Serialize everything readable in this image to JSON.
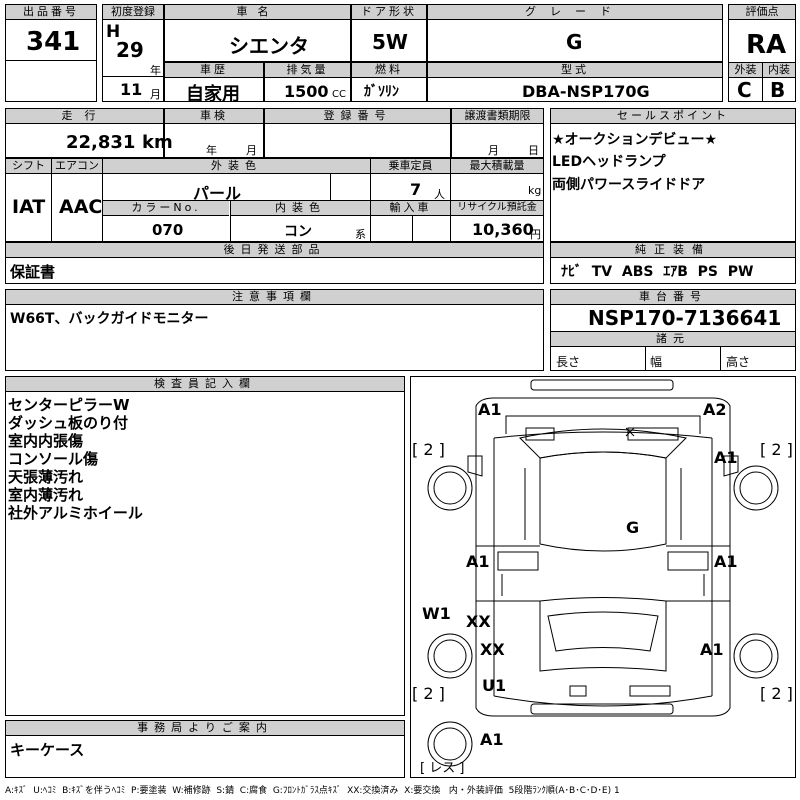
{
  "header": {
    "lot_label": "出品番号",
    "lot_no": "341",
    "first_reg_label": "初度登録",
    "era": "H",
    "year": "29",
    "year_unit": "年",
    "month": "11",
    "month_unit": "月",
    "car_name_label": "車名",
    "car_name": "シエンタ",
    "door_label": "ドア形状",
    "door": "5W",
    "grade_label": "グレード",
    "grade": "G",
    "score_label": "評価点",
    "score": "RA",
    "history_label": "車歴",
    "history": "自家用",
    "displacement_label": "排気量",
    "displacement": "1500",
    "cc": "CC",
    "fuel_label": "燃料",
    "fuel": "ｶﾞｿﾘﾝ",
    "model_label": "型式",
    "model": "DBA-NSP170G",
    "exterior_label": "外装",
    "exterior": "C",
    "interior_label": "内装",
    "interior": "B"
  },
  "row2": {
    "mileage_label": "走行",
    "mileage": "22,831",
    "km": "km",
    "inspection_label": "車検",
    "insp_year": "年",
    "insp_month": "月",
    "reg_label": "登録番号",
    "transfer_label": "譲渡書類期限",
    "tr_month": "月",
    "tr_day": "日",
    "sales_label": "セールスポイント",
    "sales": [
      "★オークションデビュー★",
      "LEDヘッドランプ",
      "両側パワースライドドア"
    ]
  },
  "row3": {
    "shift_label": "シフト",
    "shift": "IAT",
    "ac_label": "エアコン",
    "ac": "AAC",
    "color_label": "外装色",
    "color": "パール",
    "capacity_label": "乗車定員",
    "capacity": "7",
    "person": "人",
    "load_label": "最大積載量",
    "kg": "kg",
    "color_no_label": "カラーNo.",
    "color_no": "070",
    "int_color_label": "内装色",
    "int_color": "コン",
    "int_suffix": "系",
    "import_label": "輸入車",
    "recycle_label": "リサイクル預託金",
    "recycle": "10,360",
    "yen": "円",
    "later_label": "後日発送部品",
    "later": "保証書",
    "equip_label": "純正装備",
    "equip": "ﾅﾋﾞ  TV  ABS  ｴｱB  PS  PW"
  },
  "notes": {
    "caution_label": "注意事項欄",
    "caution": "W66T、バックガイドモニター",
    "chassis_label": "車台番号",
    "chassis": "NSP170-7136641",
    "spec_label": "諸元",
    "length": "長さ",
    "width": "幅",
    "height": "高さ"
  },
  "inspector": {
    "label": "検査員記入欄",
    "lines": [
      "センターピラーW",
      "ダッシュ板のり付",
      "室内内張傷",
      "コンソール傷",
      "天張薄汚れ",
      "室内薄汚れ",
      "社外アルミホイール"
    ]
  },
  "office": {
    "label": "事務局よりご案内",
    "text": "キーケース"
  },
  "diagram": {
    "marks": [
      "A1",
      "A2",
      "[ 2 ]",
      "[ 2 ]",
      "A1",
      "G",
      "A1",
      "A1",
      "W1",
      "XX",
      "XX",
      "A1",
      "U1",
      "[ 2 ]",
      "[ 2 ]",
      "A1",
      "[ レス ]"
    ]
  },
  "legend": "A:ｷｽﾞ  U:ﾍｺﾐ  B:ｷｽﾞを伴うﾍｺﾐ  P:要塗装  W:補修跡  S:錆  C:腐食  G:ﾌﾛﾝﾄｶﾞﾗｽ点ｷｽﾞ  XX:交換済み  X:要交換   内・外装評価  5段階ﾗﾝｸ順(A･B･C･D･E) 1"
}
